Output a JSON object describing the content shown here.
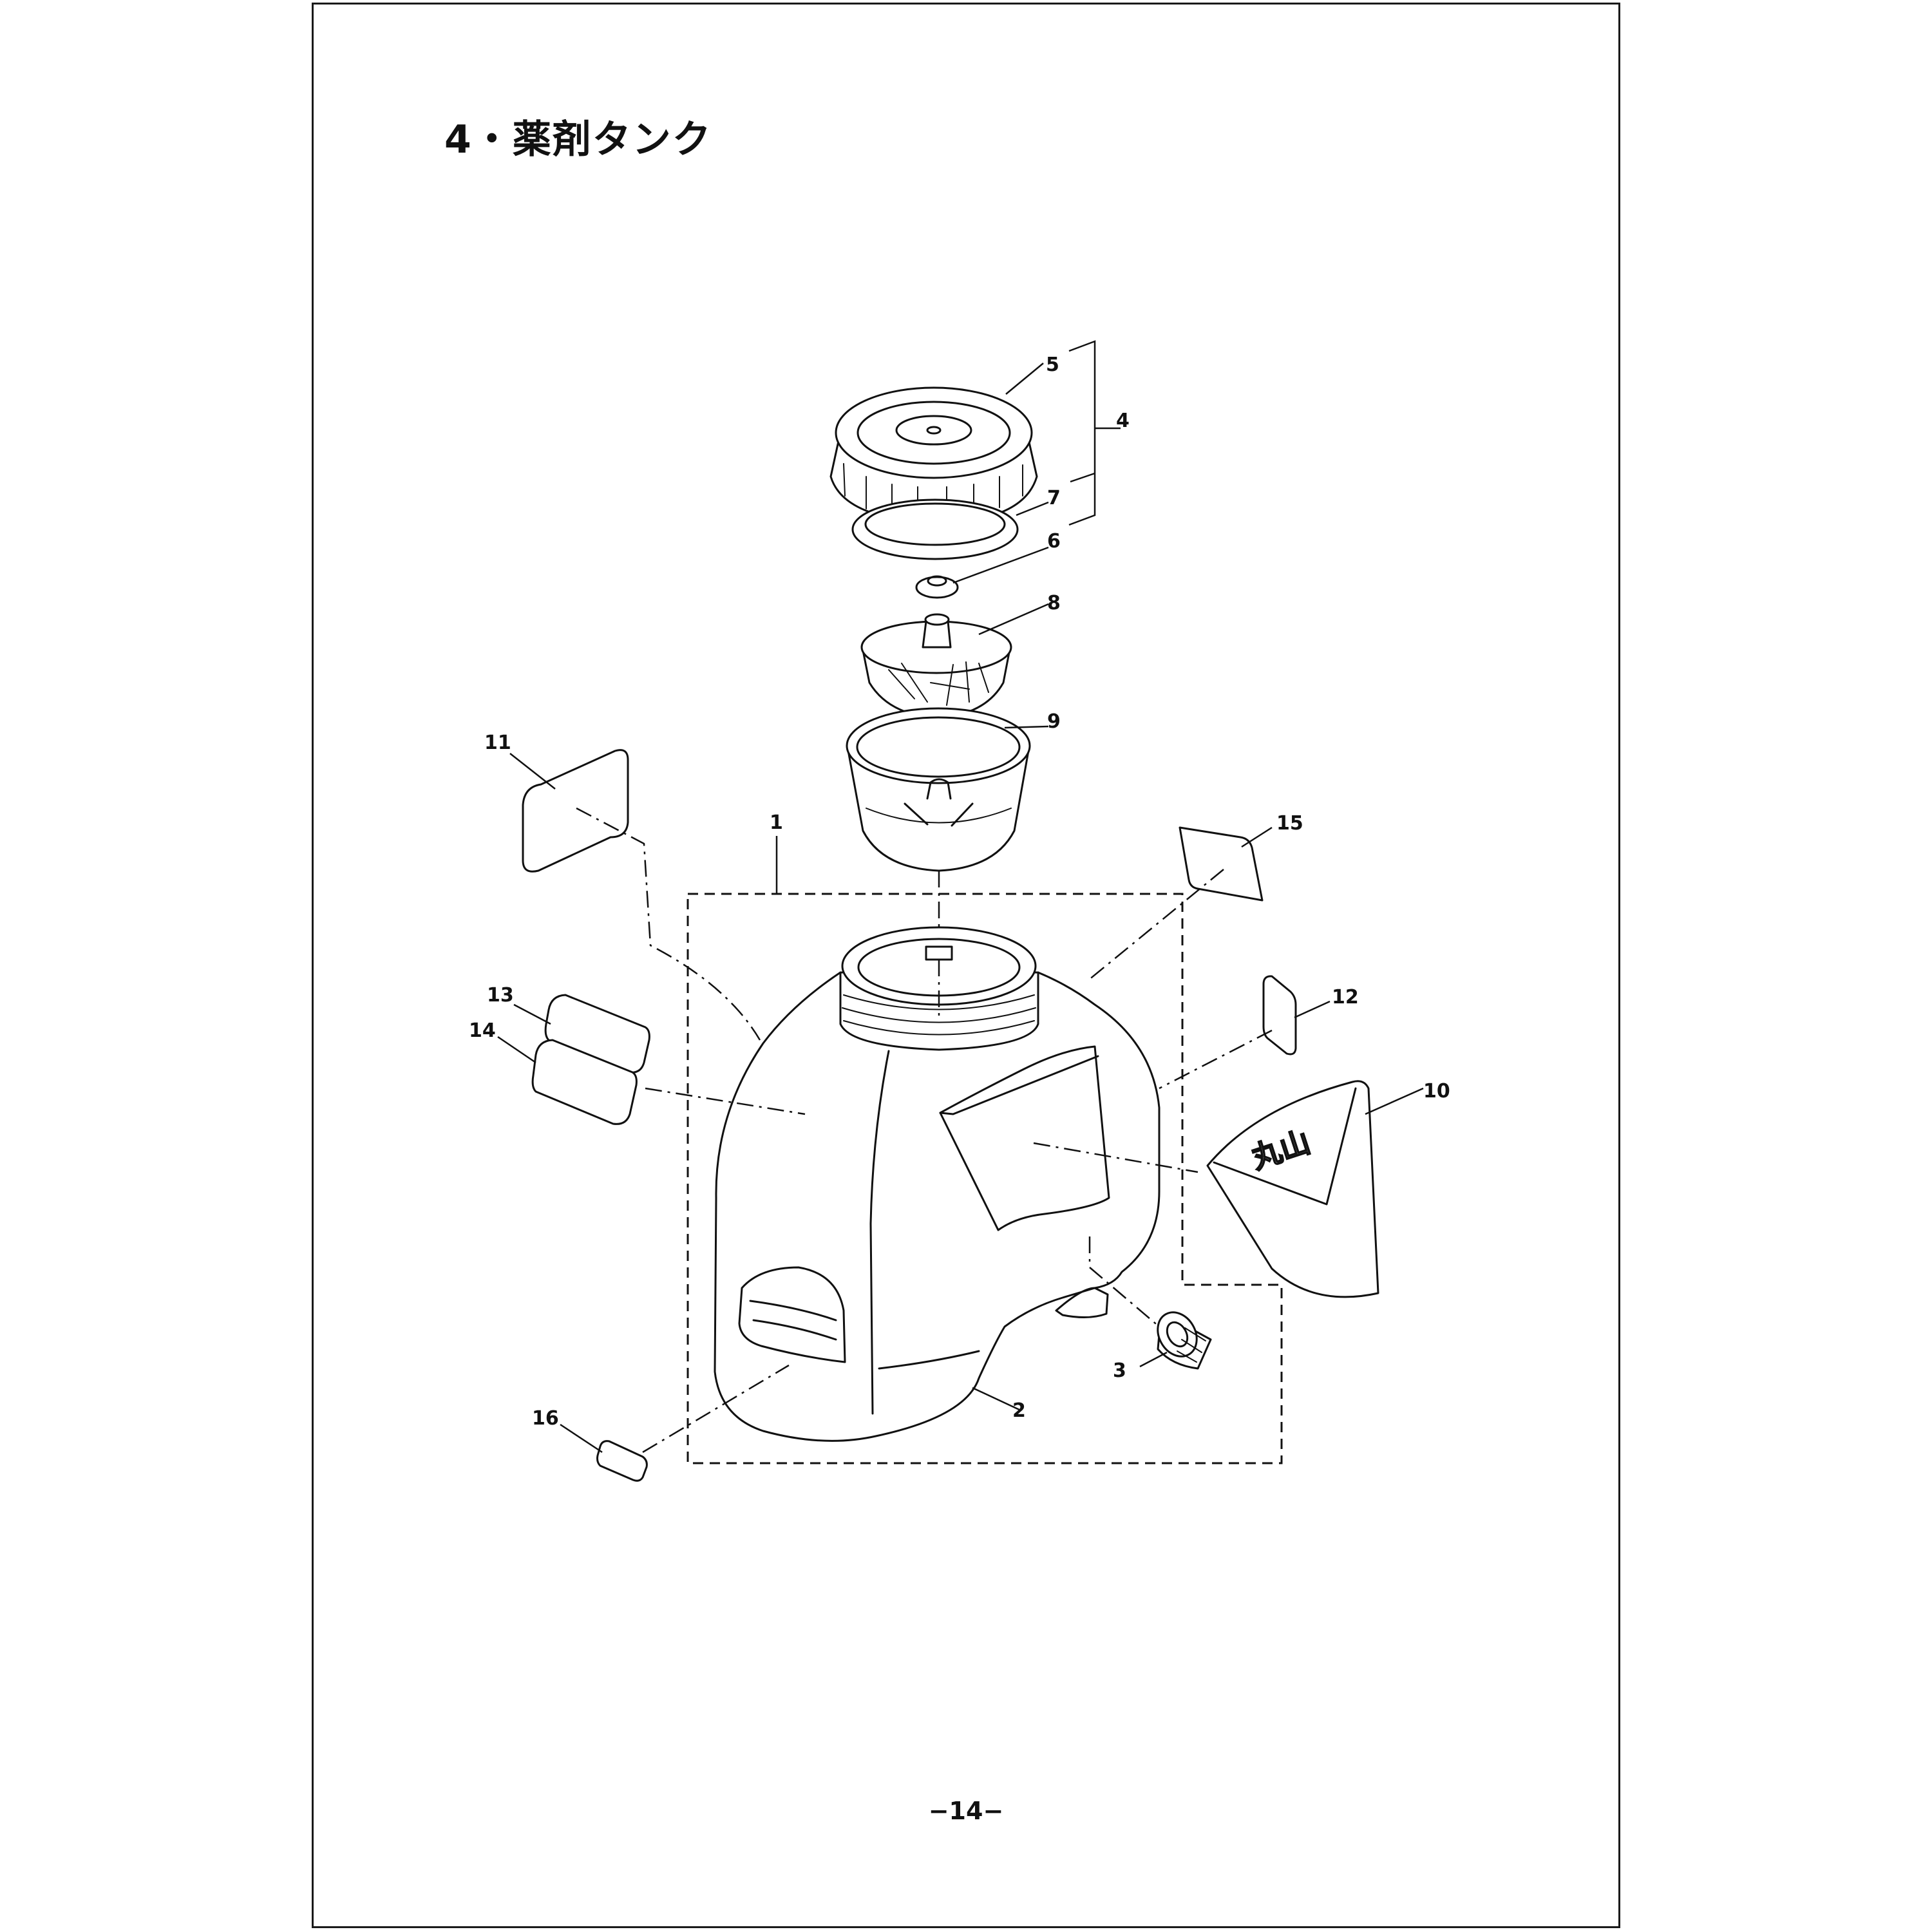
{
  "page": {
    "title": "4・薬剤タンク",
    "page_number": "−14−"
  },
  "callouts": {
    "c1": "1",
    "c2": "2",
    "c3": "3",
    "c4": "4",
    "c5": "5",
    "c6": "6",
    "c7": "7",
    "c8": "8",
    "c9": "9",
    "c10": "10",
    "c11": "11",
    "c12": "12",
    "c13": "13",
    "c14": "14",
    "c15": "15",
    "c16": "16"
  },
  "decal_logo_text": "丸山",
  "colors": {
    "ink": "#111111",
    "paper": "#ffffff"
  }
}
